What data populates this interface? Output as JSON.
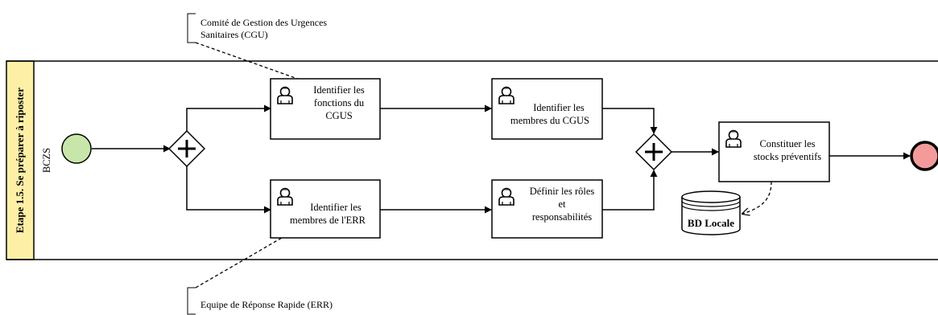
{
  "pool": {
    "title": "Etape 1.5.  Se préparer à riposter"
  },
  "lane": {
    "label": "BCZS"
  },
  "tasks": {
    "identifier_fonctions": [
      "Identifier les",
      "fonctions du",
      "CGUS"
    ],
    "identifier_membres_cgus": [
      "Identifier les",
      "membres du CGUS"
    ],
    "identifier_membres_err": [
      "Identifier les",
      "membres de l'ERR"
    ],
    "definir_roles": [
      "Définir les rôles",
      "et",
      "responsabilités"
    ],
    "constituer_stocks": [
      "Constituer les",
      "stocks préventifs"
    ]
  },
  "annotations": {
    "cgu": [
      "Comité de Gestion des Urgences",
      "Sanitaires (CGU)"
    ],
    "err": [
      "Equipe de Réponse Rapide (ERR)"
    ]
  },
  "data_store": {
    "label": "BD Locale"
  },
  "colors": {
    "pool_header": "#fdf0a6",
    "start_event": "#c8e6a9",
    "end_event": "#f59a9a",
    "stroke": "#000000"
  },
  "icons": {
    "task": "user-task-icon",
    "gateway": "parallel-gateway-plus"
  }
}
